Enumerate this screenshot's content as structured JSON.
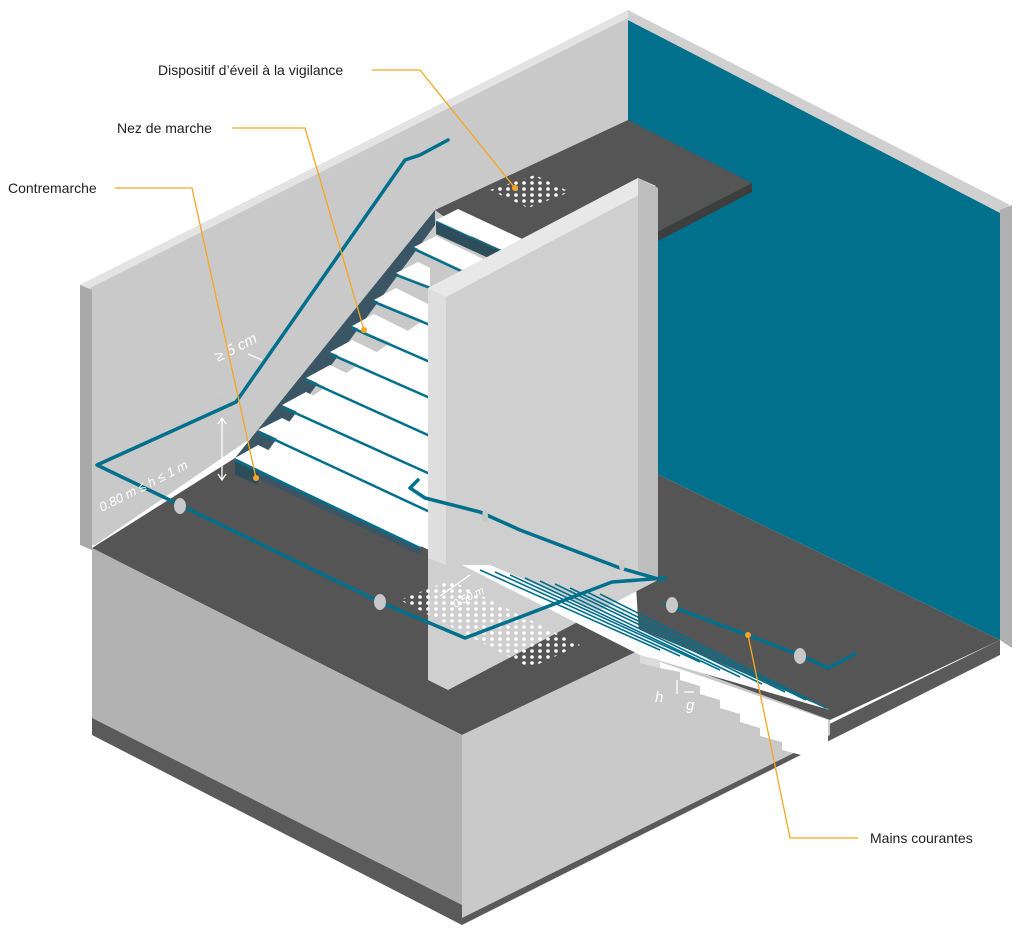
{
  "colors": {
    "wall_light": "#d9d9d9",
    "wall_mid": "#c8c8c8",
    "wall_dark": "#b4b4b4",
    "wall_top": "#e6e6e6",
    "floor": "#555555",
    "floor_edge": "#3e3e3e",
    "accent_wall": "#00708d",
    "handrail": "#00708d",
    "step_tread": "#ffffff",
    "step_nose": "#00708d",
    "leader": "#f5a623",
    "tactile_dots": "#ffffff"
  },
  "callouts": {
    "vigilance": "Dispositif d’éveil à la vigilance",
    "nosing": "Nez de marche",
    "riser": "Contremarche",
    "handrails": "Mains courantes"
  },
  "dimensions": {
    "clearance": "≥ 5 cm",
    "height_range": "0.80 m ≤ h ≤ 1 m",
    "strip_offset": "0.50 m",
    "riser_height": "h",
    "tread_depth": "g"
  }
}
